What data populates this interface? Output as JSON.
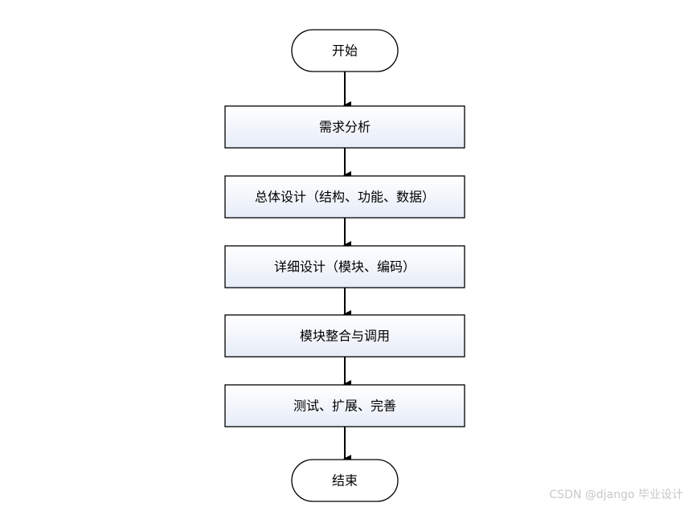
{
  "diagram": {
    "nodes": [
      {
        "id": "start",
        "shape": "terminal",
        "label": "开始"
      },
      {
        "id": "requirements",
        "shape": "process",
        "label": "需求分析"
      },
      {
        "id": "overall-design",
        "shape": "process",
        "label": "总体设计（结构、功能、数据）"
      },
      {
        "id": "detailed-design",
        "shape": "process",
        "label": "详细设计（模块、编码）"
      },
      {
        "id": "integration",
        "shape": "process",
        "label": "模块整合与调用"
      },
      {
        "id": "testing",
        "shape": "process",
        "label": "测试、扩展、完善"
      },
      {
        "id": "end",
        "shape": "terminal",
        "label": "结束"
      }
    ],
    "edges": [
      {
        "from": "start",
        "to": "requirements"
      },
      {
        "from": "requirements",
        "to": "overall-design"
      },
      {
        "from": "overall-design",
        "to": "detailed-design"
      },
      {
        "from": "detailed-design",
        "to": "integration"
      },
      {
        "from": "integration",
        "to": "testing"
      },
      {
        "from": "testing",
        "to": "end"
      }
    ],
    "colors": {
      "process_fill_top": "#ffffff",
      "process_fill_bottom": "#e6ecf7",
      "terminal_fill": "#ffffff",
      "stroke": "#000000"
    }
  },
  "watermark": "CSDN @django  毕业设计"
}
